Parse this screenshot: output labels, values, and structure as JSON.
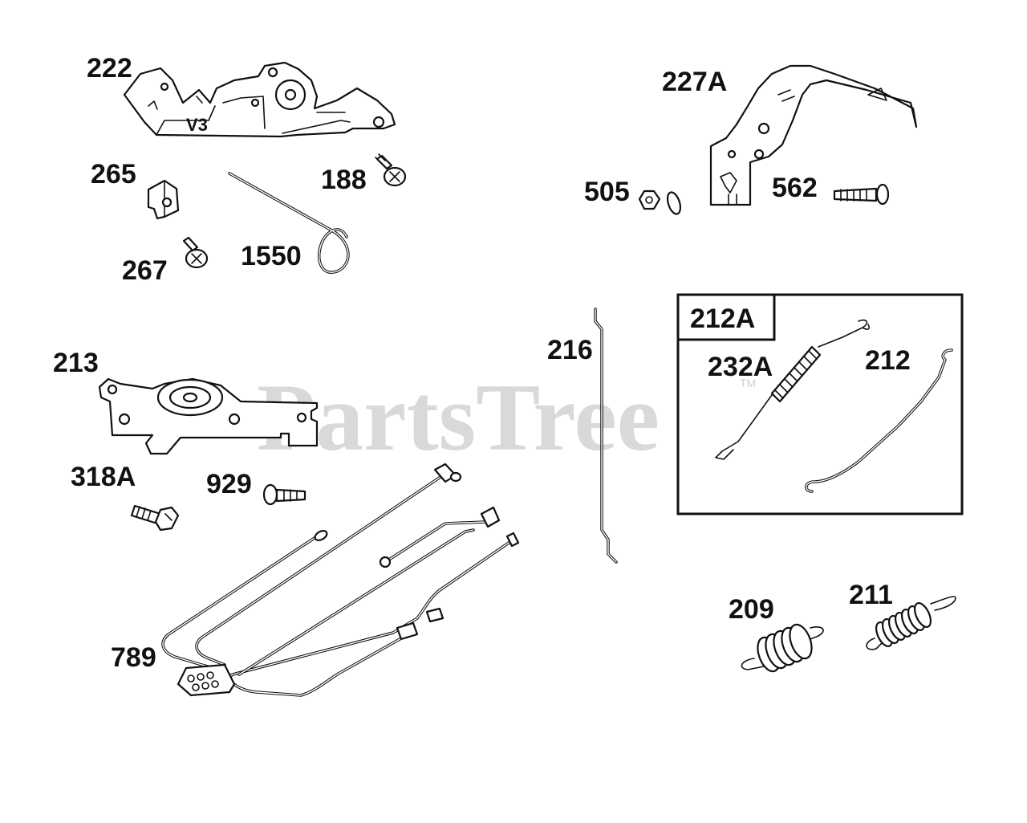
{
  "watermark": {
    "text": "PartsTree",
    "mark": "TM"
  },
  "parts": {
    "p222": "222",
    "p222_mark": "V3",
    "p227A": "227A",
    "p265": "265",
    "p188": "188",
    "p267": "267",
    "p1550": "1550",
    "p505": "505",
    "p562": "562",
    "p213": "213",
    "p216": "216",
    "p318A": "318A",
    "p929": "929",
    "p789": "789",
    "p209": "209",
    "p211": "211"
  },
  "kit": {
    "label": "212A",
    "items": {
      "p232A": "232A",
      "p212": "212"
    }
  },
  "colors": {
    "ink": "#111111",
    "watermark": "#d9d9d9",
    "background": "#ffffff"
  }
}
